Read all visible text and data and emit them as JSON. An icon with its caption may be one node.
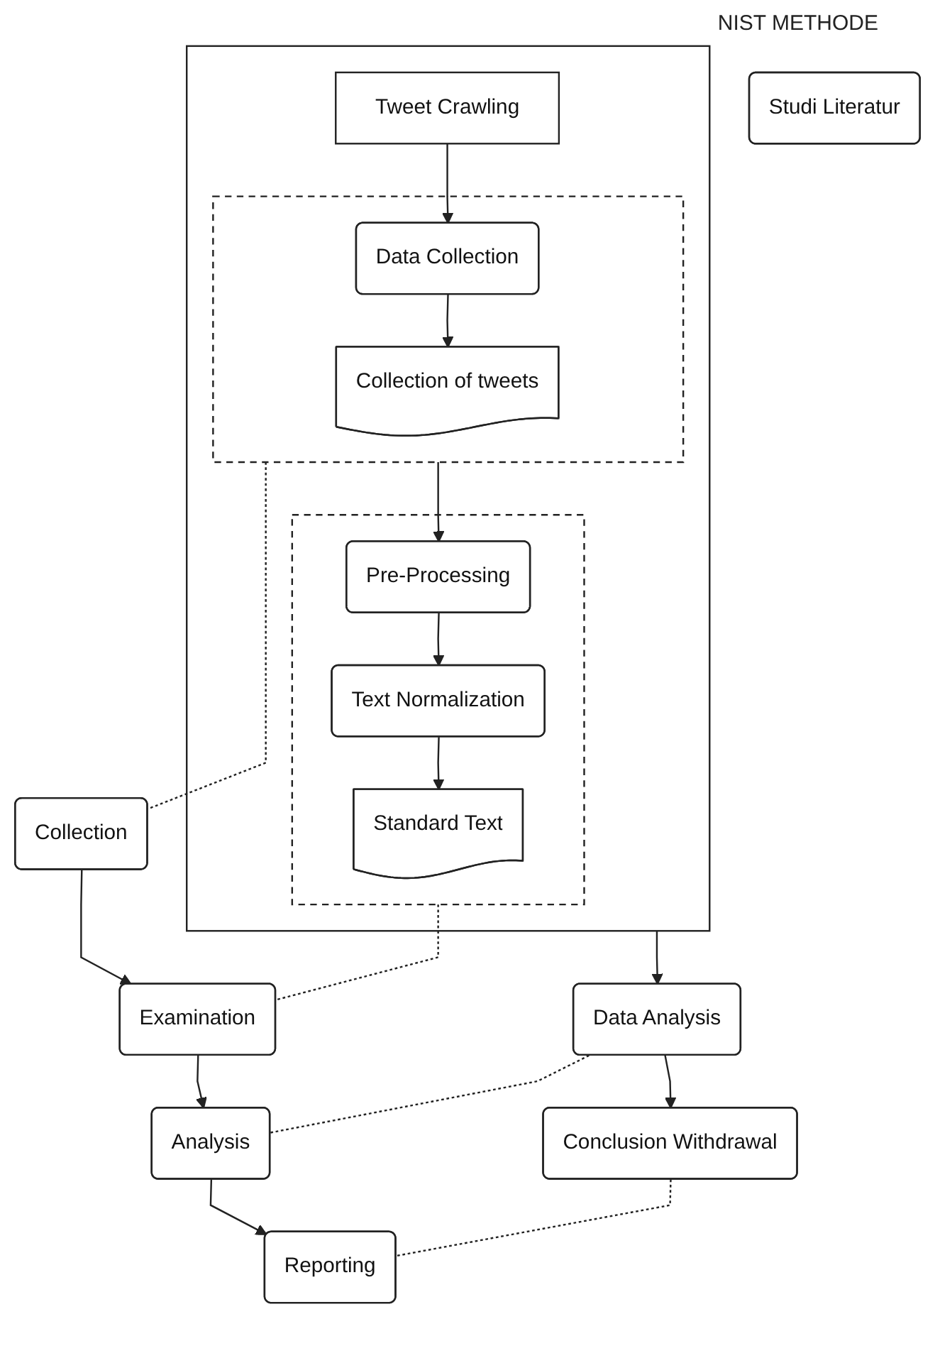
{
  "diagram": {
    "nodes": [
      {
        "text": [
          "Studi Literatur"
        ]
      },
      {
        "text": [],
        "shape": "box"
      },
      {
        "text": [
          "Tweet Crawling"
        ],
        "in": 1
      },
      {
        "text": [],
        "shape": "box",
        "in": 1
      },
      {
        "text": [
          "Data Collection"
        ],
        "in": 3
      },
      {
        "text": [
          "Collection of tweets"
        ],
        "in": 3
      },
      {
        "text": [],
        "shape": "box",
        "in": 1
      },
      {
        "text": [
          "Pre-Processing"
        ],
        "in": 6
      },
      {
        "text": [
          "Text Normalization"
        ],
        "in": 6
      },
      {
        "text": [
          "Standard Text"
        ],
        "in": 6
      },
      {
        "text": [
          "Data Analysis"
        ]
      },
      {
        "text": [
          "Conclusion Withdrawal"
        ]
      },
      {
        "text": [
          "Collection"
        ]
      },
      {
        "text": [
          "Examination"
        ]
      },
      {
        "text": [
          "Analysis"
        ]
      },
      {
        "text": [
          "Reporting"
        ]
      }
    ],
    "edges": [
      {
        "from": 2,
        "to": 4,
        "arrow": "to"
      },
      {
        "from": 4,
        "to": 5,
        "arrow": "to"
      },
      {
        "from": 3,
        "to": 7,
        "arrow": "to"
      },
      {
        "from": 7,
        "to": 8,
        "arrow": "to"
      },
      {
        "from": 8,
        "to": 9,
        "arrow": "to"
      },
      {
        "from": 1,
        "to": 10,
        "arrow": "to"
      },
      {
        "from": 10,
        "to": 11,
        "arrow": "to"
      },
      {
        "from": 12,
        "to": 13,
        "arrow": "to"
      },
      {
        "from": 13,
        "to": 14,
        "arrow": "to"
      },
      {
        "from": 14,
        "to": 15,
        "arrow": "to"
      },
      {
        "from": 3,
        "to": 12,
        "arrow": "none",
        "style": "dashed"
      },
      {
        "from": 6,
        "to": 13,
        "arrow": "none",
        "style": "dashed"
      },
      {
        "from": 10,
        "to": 14,
        "arrow": "none",
        "style": "dashed"
      },
      {
        "from": 11,
        "to": 15,
        "arrow": "none",
        "style": "dashed"
      }
    ],
    "labels": [
      "NIST METHODE"
    ]
  }
}
